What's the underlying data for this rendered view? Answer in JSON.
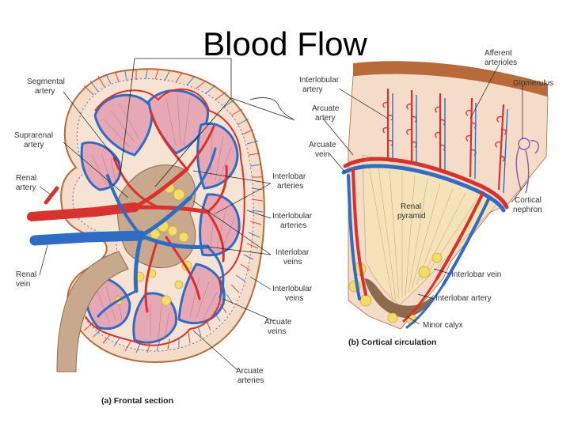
{
  "slide": {
    "title": "Blood Flow"
  },
  "frontal": {
    "caption": "(a) Frontal section",
    "labels": {
      "segmental": [
        "Segmental",
        "artery"
      ],
      "suprarenal": [
        "Suprarenal",
        "artery"
      ],
      "renal_artery": [
        "Renal",
        "artery"
      ],
      "renal_vein": [
        "Renal",
        "vein"
      ],
      "interlobar_arteries": [
        "Interlobar",
        "arteries"
      ],
      "interlobular_arteries": [
        "Interlobular",
        "arteries"
      ],
      "interlobar_veins": [
        "Interlobar",
        "veins"
      ],
      "interlobular_veins": [
        "Interlobular",
        "veins"
      ],
      "arcuate_veins": [
        "Arcuate",
        "veins"
      ],
      "arcuate_arteries": [
        "Arcuate",
        "arteries"
      ]
    }
  },
  "cortical": {
    "caption": "(b) Cortical circulation",
    "labels": {
      "afferent": [
        "Afferent",
        "arterioles"
      ],
      "glomerulus": "Glomerulus",
      "interlobular_artery": [
        "Interlobular",
        "artery"
      ],
      "arcuate_artery": [
        "Arcuate",
        "artery"
      ],
      "arcuate_vein": [
        "Arcuate",
        "vein"
      ],
      "renal_pyramid": [
        "Renal",
        "pyramid"
      ],
      "cortical_nephron": [
        "Cortical",
        "nephron"
      ],
      "interlobar_vein": "Interlobar vein",
      "interlobar_artery": "Interlobar artery",
      "minor_calyx": "Minor calyx"
    }
  },
  "colors": {
    "artery": "#d8322f",
    "vein": "#2f6cc4",
    "cortex": "#f4dcc9",
    "pyramid": "#e7a8b6",
    "medulla_fan": "#f6e2b8",
    "capsule": "#b86a3a",
    "fat": "#f3dc6c"
  }
}
